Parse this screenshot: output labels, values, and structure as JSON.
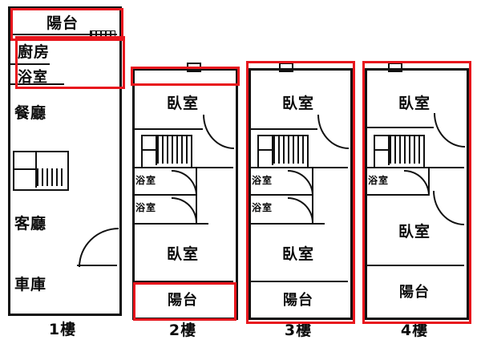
{
  "colors": {
    "highlight": "#e8161d",
    "wall": "#111111",
    "background": "#ffffff"
  },
  "floors": [
    {
      "id": "floor-1",
      "label": "1樓",
      "rooms": [
        {
          "key": "balcony",
          "name": "陽台"
        },
        {
          "key": "kitchen",
          "name": "廚房"
        },
        {
          "key": "bathroom",
          "name": "浴室"
        },
        {
          "key": "dining",
          "name": "餐廳"
        },
        {
          "key": "living",
          "name": "客廳"
        },
        {
          "key": "garage",
          "name": "車庫"
        }
      ]
    },
    {
      "id": "floor-2",
      "label": "2樓",
      "rooms": [
        {
          "key": "bedroom-top",
          "name": "臥室"
        },
        {
          "key": "bathroom-1",
          "name": "浴室"
        },
        {
          "key": "bathroom-2",
          "name": "浴室"
        },
        {
          "key": "bedroom-bottom",
          "name": "臥室"
        },
        {
          "key": "balcony",
          "name": "陽台"
        }
      ]
    },
    {
      "id": "floor-3",
      "label": "3樓",
      "rooms": [
        {
          "key": "bedroom-top",
          "name": "臥室"
        },
        {
          "key": "bathroom-1",
          "name": "浴室"
        },
        {
          "key": "bathroom-2",
          "name": "浴室"
        },
        {
          "key": "bedroom-bottom",
          "name": "臥室"
        },
        {
          "key": "balcony",
          "name": "陽台"
        }
      ]
    },
    {
      "id": "floor-4",
      "label": "4樓",
      "rooms": [
        {
          "key": "bedroom-top",
          "name": "臥室"
        },
        {
          "key": "bathroom",
          "name": "浴室"
        },
        {
          "key": "bedroom-middle",
          "name": "臥室"
        },
        {
          "key": "balcony",
          "name": "陽台"
        }
      ]
    }
  ]
}
